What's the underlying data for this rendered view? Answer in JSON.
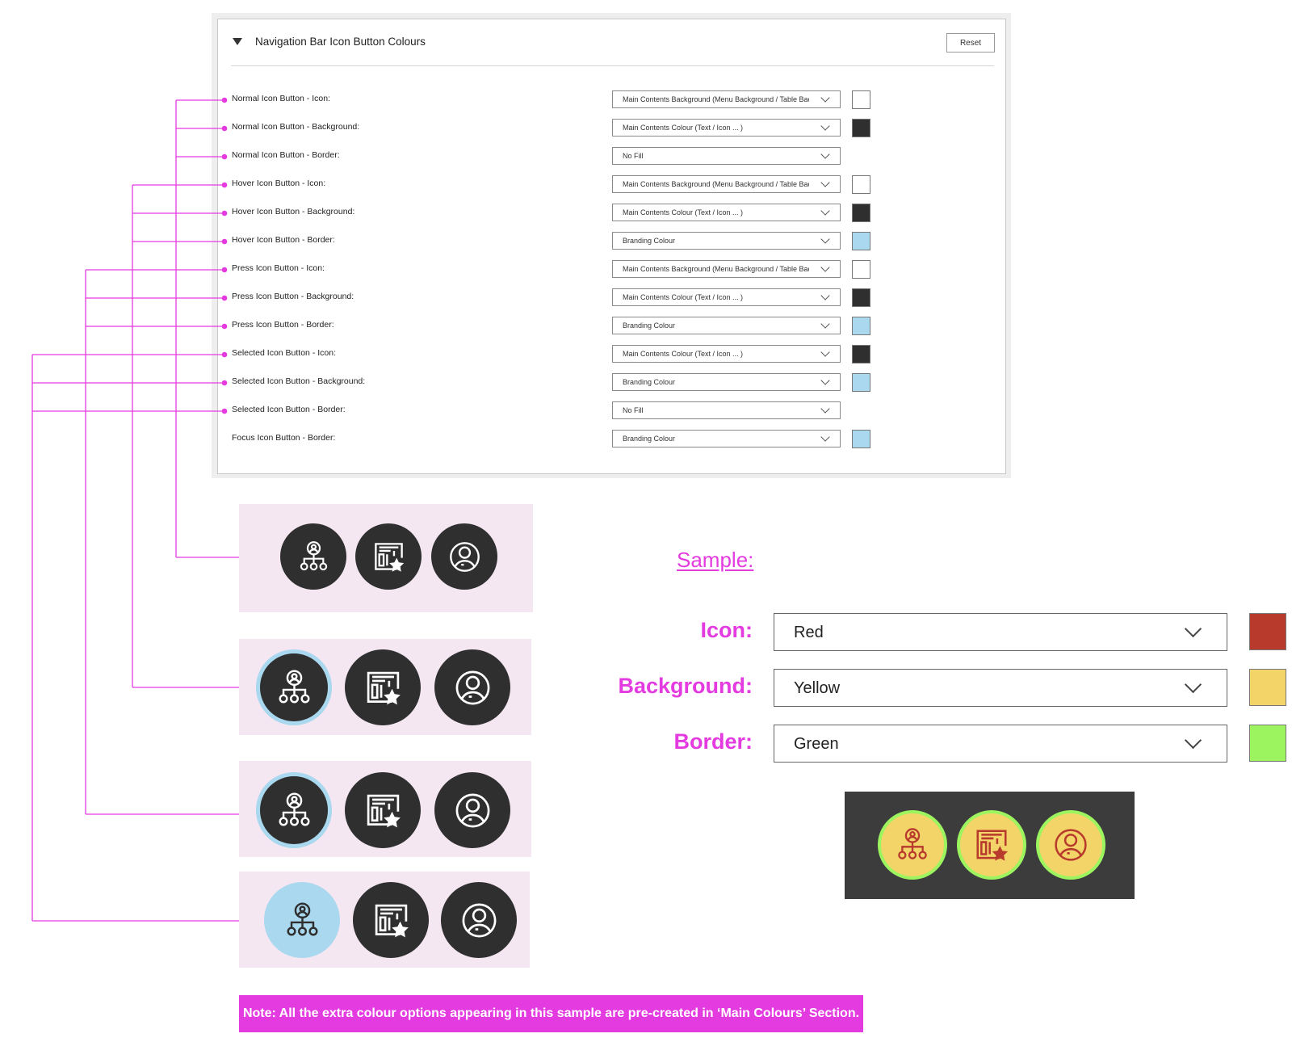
{
  "panel": {
    "title": "Navigation Bar Icon Button Colours",
    "reset_label": "Reset",
    "rows": [
      {
        "label": "Normal Icon Button - Icon:",
        "value": "Main Contents Background (Menu Background / Table Background)",
        "swatch": "#ffffff"
      },
      {
        "label": "Normal Icon Button - Background:",
        "value": "Main Contents Colour (Text / Icon ... )",
        "swatch": "#2f2f2f"
      },
      {
        "label": "Normal Icon Button - Border:",
        "value": "No Fill",
        "swatch": null
      },
      {
        "label": "Hover Icon Button - Icon:",
        "value": "Main Contents Background (Menu Background / Table Background)",
        "swatch": "#ffffff"
      },
      {
        "label": "Hover Icon Button - Background:",
        "value": "Main Contents Colour (Text / Icon ... )",
        "swatch": "#2f2f2f"
      },
      {
        "label": "Hover Icon Button - Border:",
        "value": "Branding Colour",
        "swatch": "#a9d8ef"
      },
      {
        "label": "Press Icon Button - Icon:",
        "value": "Main Contents Background (Menu Background / Table Background)",
        "swatch": "#ffffff"
      },
      {
        "label": "Press Icon Button - Background:",
        "value": "Main Contents Colour (Text / Icon ... )",
        "swatch": "#2f2f2f"
      },
      {
        "label": "Press Icon Button - Border:",
        "value": "Branding Colour",
        "swatch": "#a9d8ef"
      },
      {
        "label": "Selected Icon Button - Icon:",
        "value": "Main Contents Colour (Text / Icon ... )",
        "swatch": "#2f2f2f"
      },
      {
        "label": "Selected Icon Button - Background:",
        "value": "Branding Colour",
        "swatch": "#a9d8ef"
      },
      {
        "label": "Selected Icon Button - Border:",
        "value": "No Fill",
        "swatch": null
      },
      {
        "label": "Focus Icon Button - Border:",
        "value": "Branding Colour",
        "swatch": "#a9d8ef"
      }
    ]
  },
  "previews": {
    "icons": [
      "org-chart-icon",
      "favorite-layout-icon",
      "user-circle-icon"
    ],
    "states": [
      "normal",
      "hover",
      "press",
      "selected"
    ]
  },
  "sample": {
    "title": "Sample:",
    "rows": [
      {
        "label": "Icon:",
        "value": "Red",
        "swatch": "#b83a2d"
      },
      {
        "label": "Background:",
        "value": "Yellow",
        "swatch": "#f2d468"
      },
      {
        "label": "Border:",
        "value": "Green",
        "swatch": "#9cf45e"
      }
    ]
  },
  "note": "Note: All the extra colour options appearing in this sample are pre-created in ‘Main Colours’ Section.",
  "colors": {
    "accent": "#e33be0",
    "dark": "#2f2f2f",
    "branding": "#a9d8ef",
    "preview_bg": "#f5e7f1",
    "sample_bg": "#3c3c3c"
  }
}
